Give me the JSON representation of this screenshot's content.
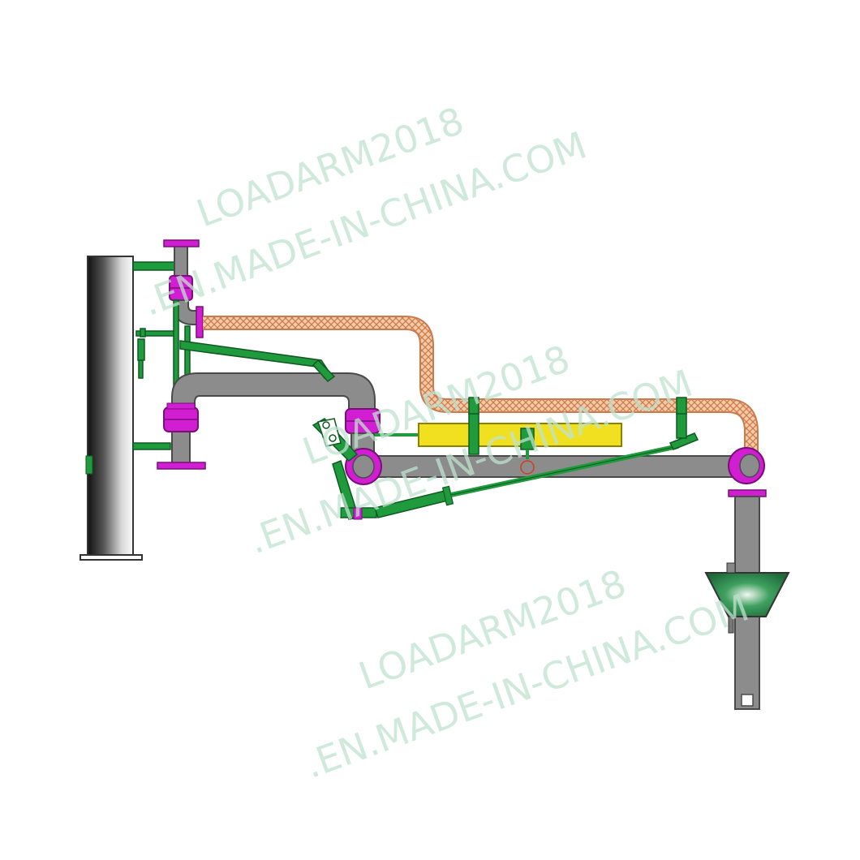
{
  "watermarks": [
    {
      "line1": "LOADARM2018",
      "line2": ".EN.MADE-IN-CHINA.COM"
    },
    {
      "line1": "LOADARM2018",
      "line2": ".EN.MADE-IN-CHINA.COM"
    },
    {
      "line1": "LOADARM2018",
      "line2": ".EN.MADE-IN-CHINA.COM"
    }
  ],
  "colors": {
    "background": "#ffffff",
    "pipe": "#8c8c8c",
    "pipe_outline": "#4a4a4a",
    "flange": "#d21ed2",
    "bracket": "#1f9a3c",
    "hose": "#e8a882",
    "counterweight": "#f0e020",
    "cone": "#2e8b4e",
    "column_dark": "#1a1a1a",
    "column_light": "#f4f4f4",
    "watermark": "#bfe3cf"
  },
  "icons": [
    "vertical-riser-column",
    "loading-arm-pipe",
    "swivel-joint",
    "flexible-hose",
    "counterweight",
    "hydraulic-cylinder",
    "drop-tube-cone"
  ]
}
